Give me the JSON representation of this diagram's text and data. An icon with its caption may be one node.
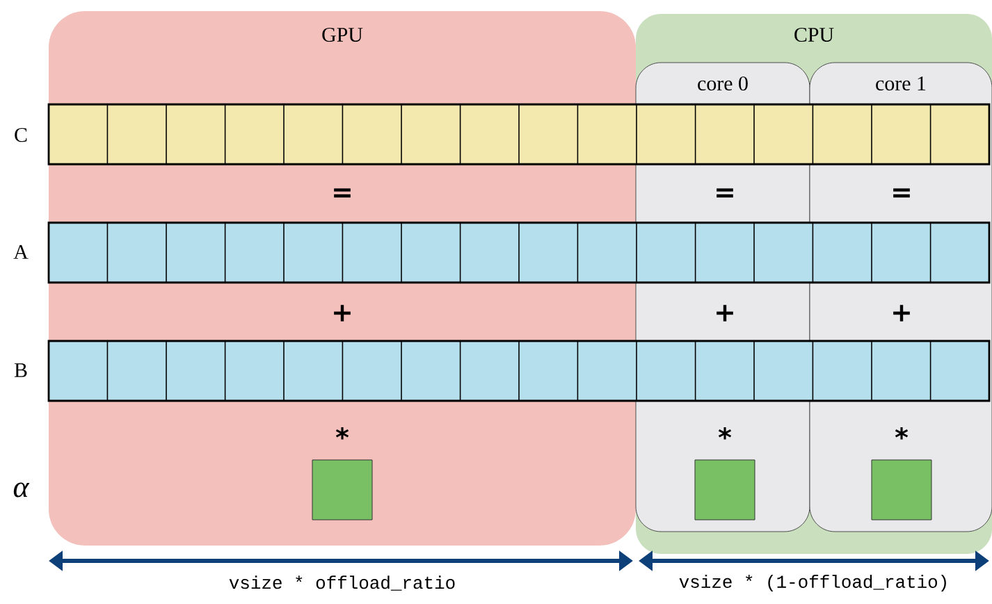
{
  "diagram": {
    "nodes": [
      {
        "text": [
          "GPU"
        ]
      },
      {
        "text": [
          "CPU"
        ]
      },
      {
        "text": [
          "core 0"
        ],
        "in": 1
      },
      {
        "text": [
          "core 1"
        ],
        "in": 1
      },
      {
        "text": [],
        "shape": "box",
        "in": 0
      },
      {
        "text": [],
        "shape": "box",
        "in": 2
      },
      {
        "text": [],
        "shape": "box",
        "in": 3
      }
    ],
    "labels": [
      "C",
      "=",
      "=",
      "=",
      "A",
      "+",
      "+",
      "+",
      "B",
      "*",
      "*",
      "*",
      "α",
      "vsize * offload_ratio",
      "vsize * (1-offload_ratio)"
    ]
  }
}
